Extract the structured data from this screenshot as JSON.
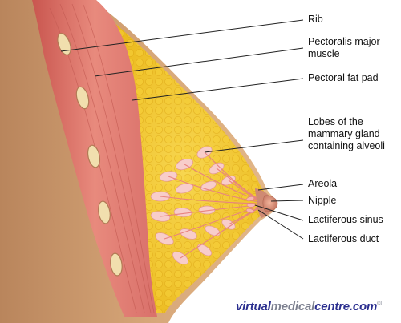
{
  "labels": {
    "rib": "Rib",
    "pectoralis": [
      "Pectoralis major",
      "muscle"
    ],
    "fat_pad": "Pectoral fat pad",
    "lobes": [
      "Lobes of the",
      "mammary gland",
      "containing alveoli"
    ],
    "areola": "Areola",
    "nipple": "Nipple",
    "sinus": "Lactiferous sinus",
    "duct": "Lactiferous duct"
  },
  "credit": {
    "part1": "virtual",
    "part2": "medical",
    "part3": "centre.com",
    "mark": "©"
  },
  "colors": {
    "skin": "#d9ab7e",
    "muscle": "#e07f72",
    "fat": "#f0c21c",
    "gland": "#f6c7c4",
    "areola": "#c27560"
  }
}
